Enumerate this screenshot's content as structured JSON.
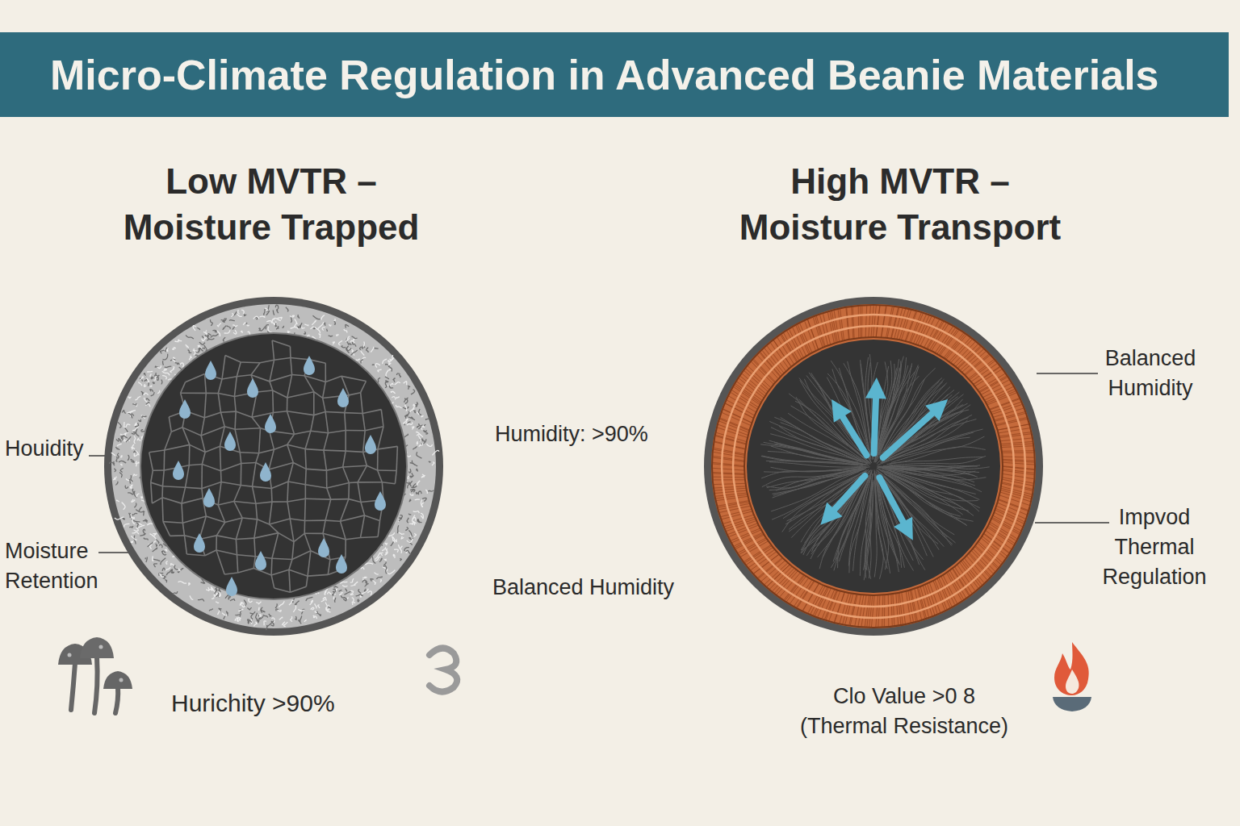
{
  "diagram": {
    "title": "Micro-Climate Regulation in Advanced Beanie Materials",
    "nodes": [
      {
        "text": [
          "Low MVTR – Moisture Trapped"
        ]
      },
      {
        "text": [
          "High MVTR – Moisture Transport"
        ]
      }
    ],
    "labels": [
      "Houidity",
      "Moisture Retention",
      "Humidity: >90%",
      "Balanced Humidity",
      "Hurichity >90%",
      "Balanced Humidity",
      "Impvod Thermal Regulation",
      "Clo Value >0 8 (Thermal Resistance)"
    ]
  }
}
